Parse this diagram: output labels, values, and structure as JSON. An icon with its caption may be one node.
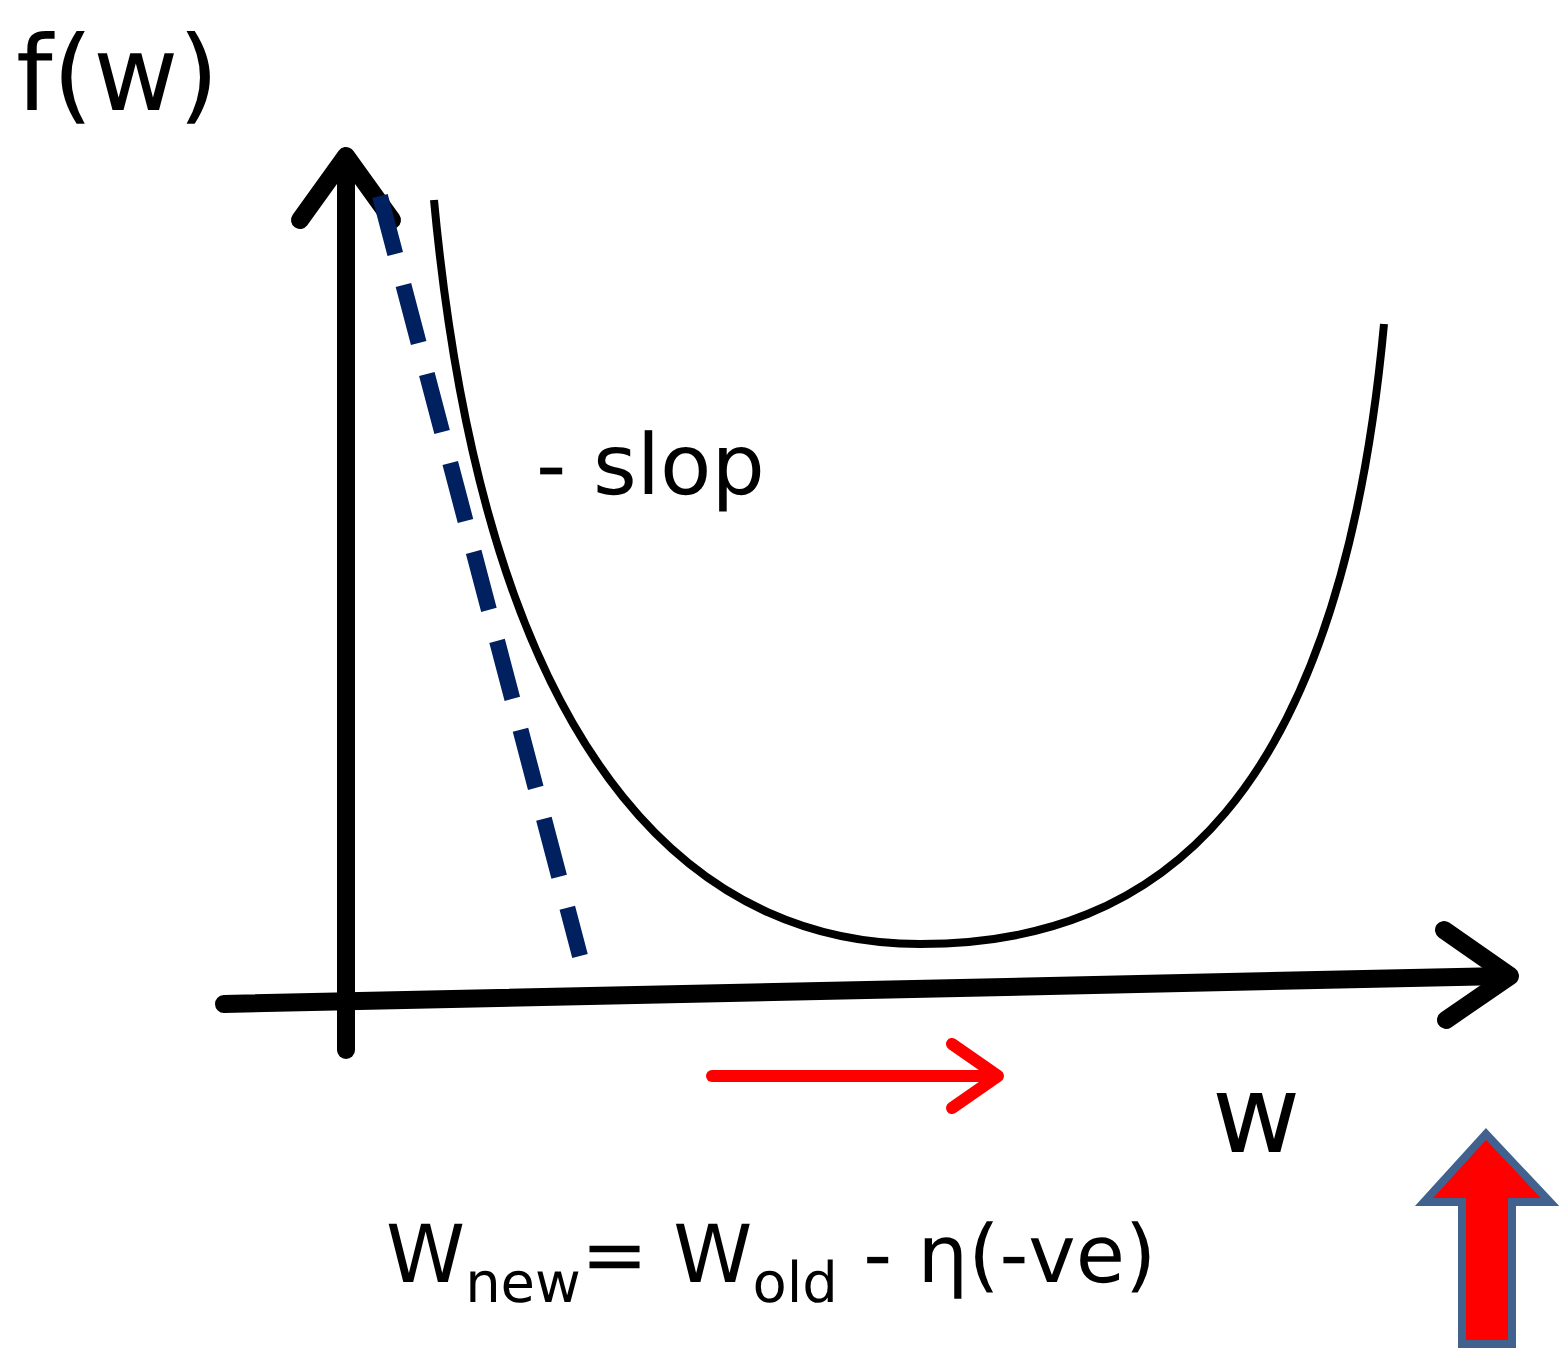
{
  "diagram": {
    "labels": [
      "f(w)",
      "- slop",
      "w",
      "W$_{new}$= W$_{old}$ - η(-ve)"
    ]
  }
}
